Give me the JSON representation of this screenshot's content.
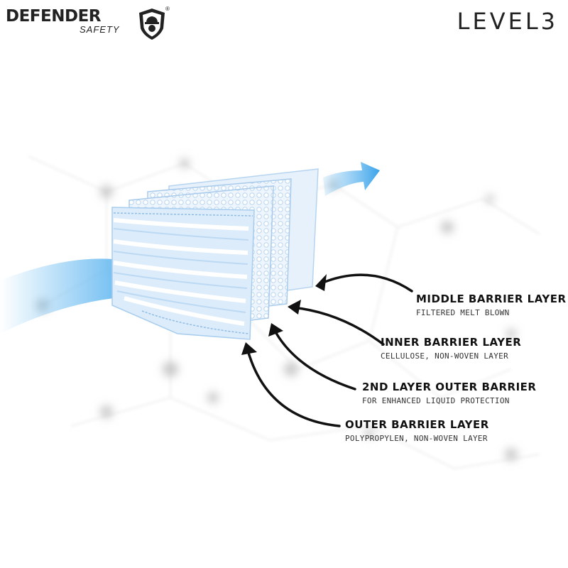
{
  "brand": {
    "name": "DEFENDER",
    "sub": "SAFETY",
    "reg": "®"
  },
  "level": "LEVEL3",
  "layers": [
    {
      "title": "MIDDLE BARRIER LAYER",
      "sub": "FILTERED MELT BLOWN"
    },
    {
      "title": "INNER BARRIER LAYER",
      "sub": "CELLULOSE, NON-WOVEN LAYER"
    },
    {
      "title": "2ND LAYER OUTER BARRIER",
      "sub": "FOR ENHANCED LIQUID PROTECTION"
    },
    {
      "title": "OUTER BARRIER LAYER",
      "sub": "POLYPROPYLEN, NON-WOVEN LAYER"
    }
  ],
  "colors": {
    "mask": "#dcecfb",
    "edge": "#a8cdee",
    "flow": "#5fb6f0",
    "ink": "#111111"
  }
}
